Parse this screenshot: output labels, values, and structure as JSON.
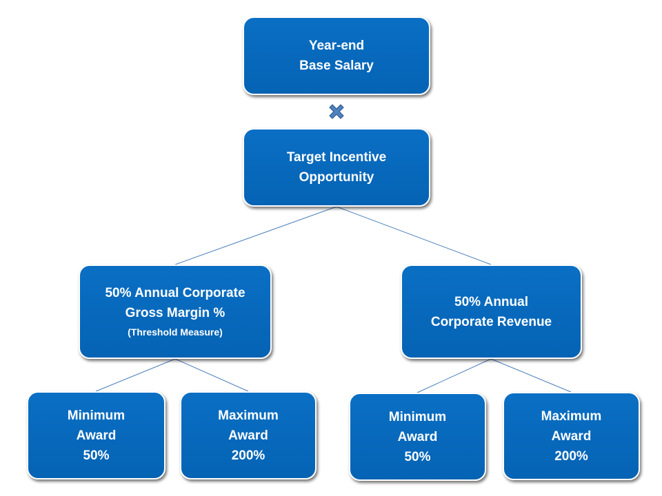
{
  "diagram": {
    "base_salary": {
      "line1": "Year-end",
      "line2": "Base Salary"
    },
    "operator_icon": "times-icon",
    "target_incentive": {
      "line1": "Target Incentive",
      "line2": "Opportunity"
    },
    "gross_margin": {
      "line1": "50% Annual Corporate",
      "line2": "Gross Margin %",
      "note": "(Threshold Measure)",
      "minimum": {
        "line1": "Minimum",
        "line2": "Award",
        "value": "50%"
      },
      "maximum": {
        "line1": "Maximum",
        "line2": "Award",
        "value": "200%"
      }
    },
    "revenue": {
      "line1": "50% Annual",
      "line2": "Corporate Revenue",
      "minimum": {
        "line1": "Minimum",
        "line2": "Award",
        "value": "50%"
      },
      "maximum": {
        "line1": "Maximum",
        "line2": "Award",
        "value": "200%"
      }
    },
    "colors": {
      "box_fill": "#0563b4",
      "box_border": "#ffffff",
      "connector": "#4a7ebb",
      "icon": "#4f81bd"
    }
  }
}
